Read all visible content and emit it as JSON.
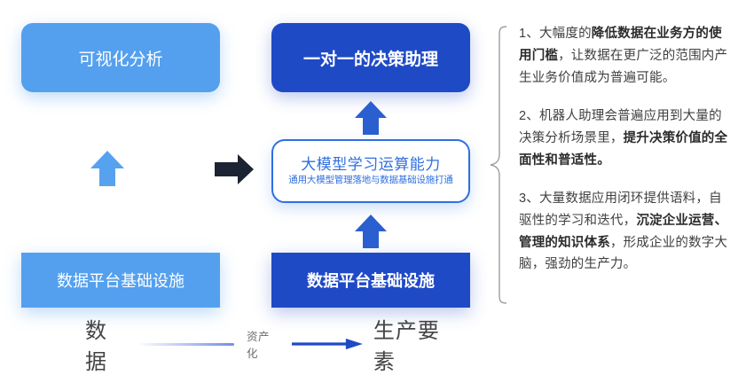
{
  "diagram": {
    "boxes": {
      "visual_analysis": {
        "label": "可视化分析",
        "color": "#54a0ef"
      },
      "assistant": {
        "label": "一对一的决策助理",
        "color": "#1f4ac6"
      },
      "core_capability": {
        "title": "大模型学习运算能力",
        "subtitle": "通用大模型管理落地与数据基础设施打通",
        "border_color": "#2f6fe0",
        "text_color": "#2f6fe0"
      },
      "data_platform_left": {
        "label": "数据平台基础设施",
        "color": "#54a0ef"
      },
      "data_platform_right": {
        "label": "数据平台基础设施",
        "color": "#1f4ac6"
      }
    },
    "arrows": {
      "up_left": {
        "icon": "arrow-up-icon",
        "color": "#57a2ef"
      },
      "right_dark": {
        "icon": "arrow-right-icon",
        "color": "#1c2433"
      },
      "up_mid_top": {
        "icon": "arrow-up-icon",
        "color": "#2a5fd0"
      },
      "up_mid_bottom": {
        "icon": "arrow-up-icon",
        "color": "#2a5fd0"
      }
    },
    "brace": {
      "icon": "curly-brace-icon",
      "color": "#9a9a9a"
    }
  },
  "notes": [
    {
      "index": "1、",
      "part1": "大幅度的",
      "bold1": "降低数据在业务方的使用门槛",
      "part2": "，让数据在更广泛的范围内产生业务价值成为普遍可能。"
    },
    {
      "index": "2、",
      "part1": "机器人助理会普遍应用到大量的决策分析场景里，",
      "bold1": "提升决策价值的全面性和普适性。",
      "part2": ""
    },
    {
      "index": "3、",
      "part1": "大量数据应用闭环提供语料，自驱性的学习和迭代，",
      "bold1": "沉淀企业运营、管理的知识体系",
      "part2": "，形成企业的数字大脑，强劲的生产力。"
    }
  ],
  "legend": {
    "left_label": "数据",
    "middle_label": "资产化",
    "right_label": "生产要素",
    "line_color": "#4a6ede",
    "arrow_color": "#1f4ac6",
    "arrow_icon": "arrow-right-icon"
  }
}
